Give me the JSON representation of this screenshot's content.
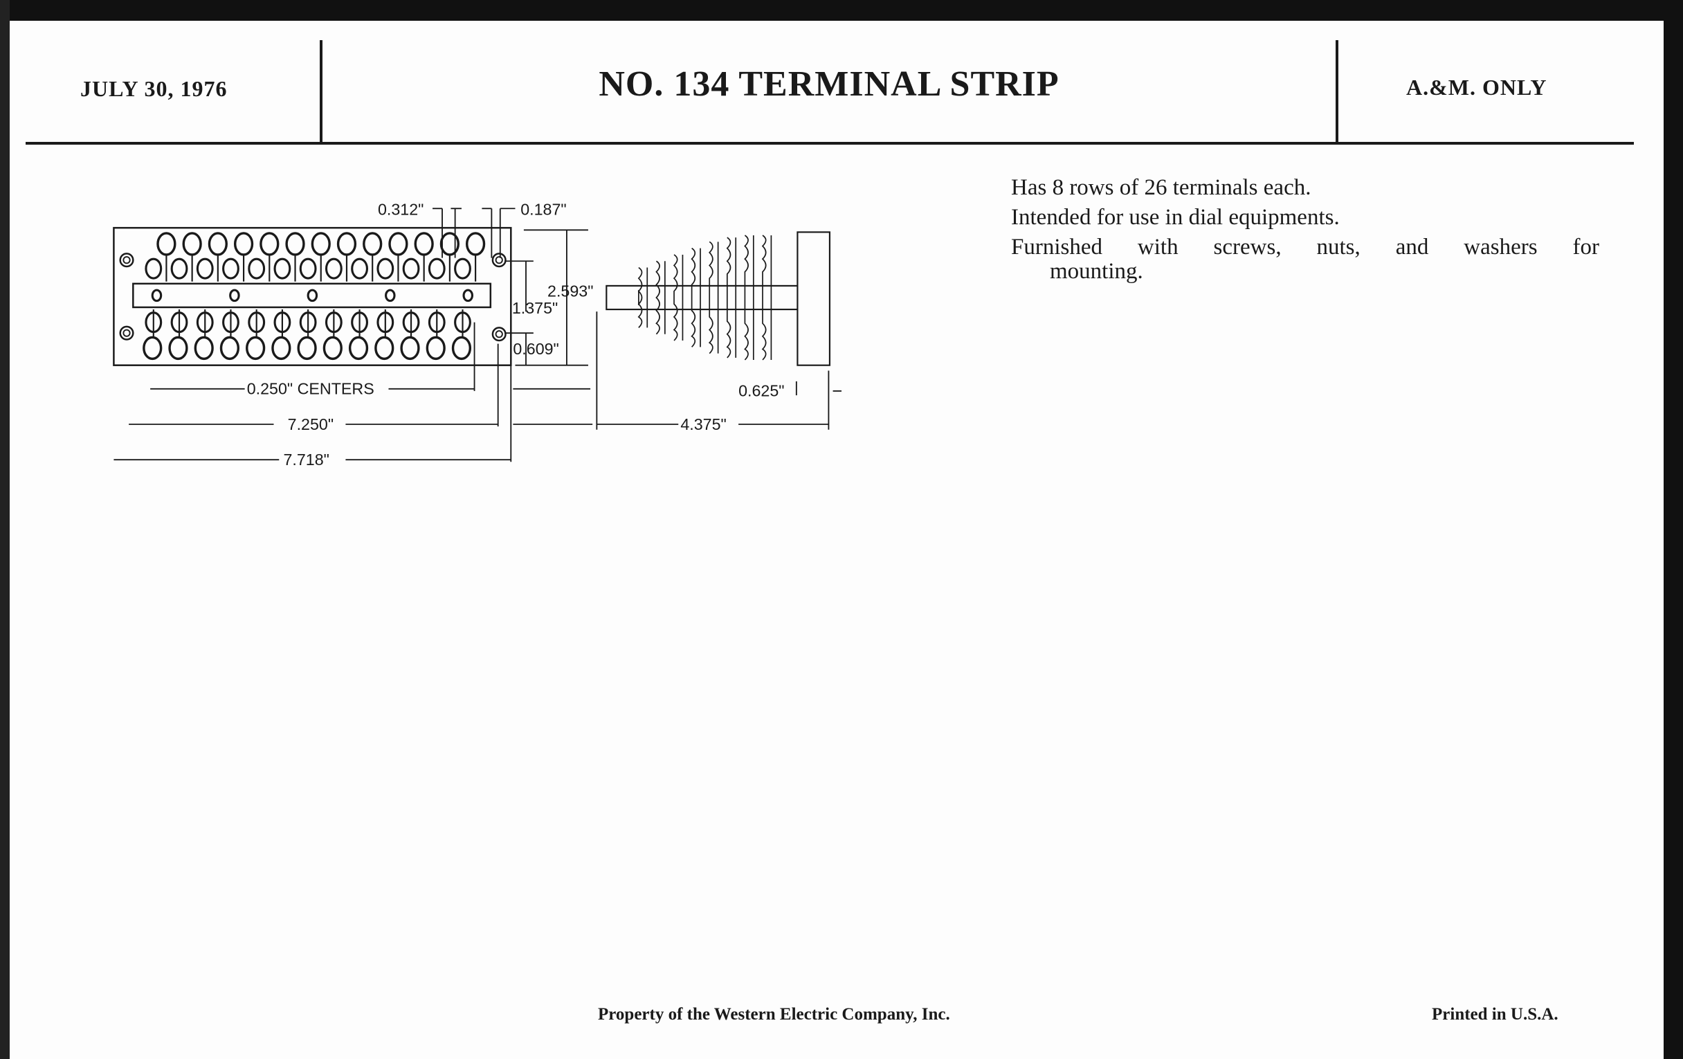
{
  "header": {
    "date": "JULY 30, 1976",
    "title": "NO. 134 TERMINAL STRIP",
    "scope": "A.&M. ONLY"
  },
  "description": [
    "Has 8 rows of 26 terminals each.",
    "Intended for use in dial equipments.",
    "Furnished with screws, nuts, and washers for",
    "mounting."
  ],
  "drawing": {
    "dimensions": {
      "d0312": "0.312\"",
      "d0187": "0.187\"",
      "d2593": "2.593\"",
      "d1375": "1.375\"",
      "d0609": "0.609\"",
      "centers": "0.250\" CENTERS",
      "d7250": "7.250\"",
      "d7718": "7.718\"",
      "d4375": "4.375\"",
      "d0625": "0.625\""
    },
    "terminals_per_row_shown": 13,
    "mounting_screws_shown": 5
  },
  "footer": {
    "property": "Property of the Western Electric Company, Inc.",
    "printed": "Printed in U.S.A."
  }
}
